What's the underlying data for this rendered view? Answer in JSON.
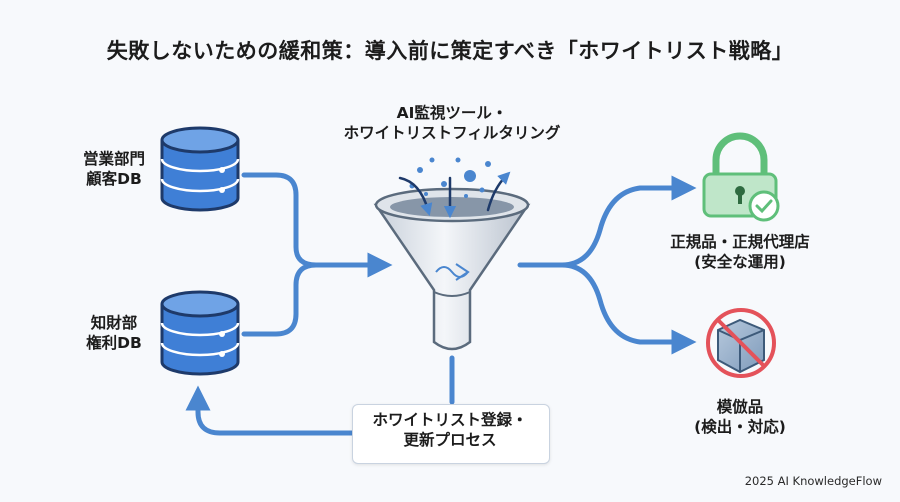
{
  "title": "失敗しないための緩和策：導入前に策定すべき「ホワイトリスト戦略」",
  "nodes": {
    "sales_db": {
      "line1": "営業部門",
      "line2": "顧客DB"
    },
    "ip_db": {
      "line1": "知財部",
      "line2": "権利DB"
    },
    "filter": {
      "line1": "AI監視ツール・",
      "line2": "ホワイトリストフィルタリング"
    },
    "genuine": {
      "line1": "正規品・正規代理店",
      "line2": "(安全な運用)"
    },
    "counterfeit": {
      "line1": "模倣品",
      "line2": "(検出・対応)"
    },
    "process": {
      "line1": "ホワイトリスト登録・",
      "line2": "更新プロセス"
    }
  },
  "icons": {
    "db": "database-icon",
    "funnel": "funnel-icon",
    "lock": "padlock-check-icon",
    "box": "prohibited-box-icon"
  },
  "colors": {
    "arrow": "#4a86cf",
    "db_fill": "#3f7fd6",
    "db_stroke": "#1e3a6a",
    "lock_green": "#5fbf7a",
    "prohibit_red": "#e4525a"
  },
  "footer": "2025 AI KnowledgeFlow"
}
